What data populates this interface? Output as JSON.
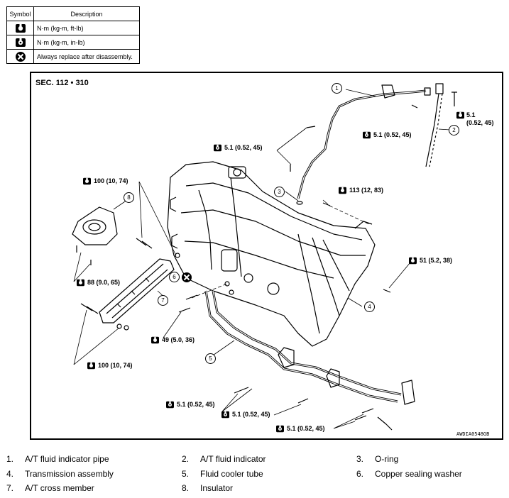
{
  "legend": {
    "header_symbol": "Symbol",
    "header_description": "Description",
    "rows": [
      {
        "icon": "wrench-ft-lb-icon",
        "description": "N·m (kg-m, ft-lb)"
      },
      {
        "icon": "wrench-in-lb-icon",
        "description": "N·m (kg-m, in-lb)"
      },
      {
        "icon": "replace-x-icon",
        "description": "Always replace after disassembly."
      }
    ]
  },
  "section": "SEC. 112 • 310",
  "figure_code": "AWDIA0548GB",
  "torques": {
    "t1": "5.1",
    "t1b": "(0.52, 45)",
    "t2": "5.1 (0.52, 45)",
    "t3": "5.1 (0.52, 45)",
    "t4": "113 (12, 83)",
    "t5": "100 (10, 74)",
    "t6": "88 (9.0, 65)",
    "t7": "51 (5.2, 38)",
    "t8": "49 (5.0, 36)",
    "t9": "100 (10, 74)",
    "t10": "5.1 (0.52, 45)",
    "t11": "5.1 (0.52, 45)",
    "t12": "5.1 (0.52, 45)"
  },
  "callouts": {
    "c1": "1",
    "c2": "2",
    "c3": "3",
    "c4": "4",
    "c5": "5",
    "c6": "6",
    "c7": "7",
    "c8": "8"
  },
  "parts": [
    {
      "num": "1.",
      "name": "A/T fluid indicator pipe"
    },
    {
      "num": "2.",
      "name": "A/T fluid indicator"
    },
    {
      "num": "3.",
      "name": "O-ring"
    },
    {
      "num": "4.",
      "name": "Transmission assembly"
    },
    {
      "num": "5.",
      "name": "Fluid cooler tube"
    },
    {
      "num": "6.",
      "name": "Copper sealing washer"
    },
    {
      "num": "7.",
      "name": "A/T cross member"
    },
    {
      "num": "8.",
      "name": "Insulator"
    }
  ]
}
